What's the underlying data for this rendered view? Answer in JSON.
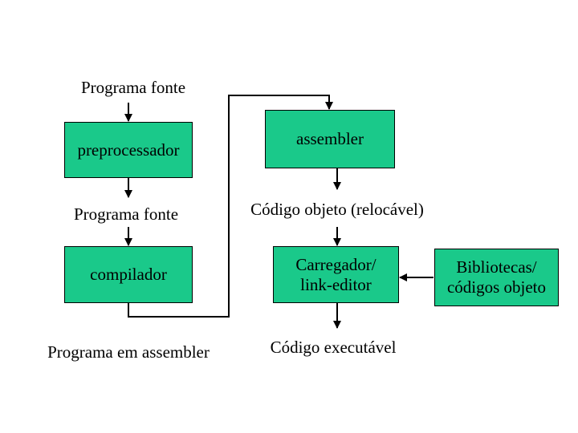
{
  "colors": {
    "box_fill": "#1ac98a",
    "border": "#000000",
    "wire": "#000000"
  },
  "labels": {
    "source_top": "Programa fonte",
    "source_mid": "Programa fonte",
    "assembly_program": "Programa em assembler",
    "object_code": "Código objeto (relocável)",
    "executable_code": "Código executável"
  },
  "boxes": {
    "preprocessor": "preprocessador",
    "compiler": "compilador",
    "assembler": "assembler",
    "loader": "Carregador/\nlink-editor",
    "libraries": "Bibliotecas/\ncódigos objeto"
  }
}
